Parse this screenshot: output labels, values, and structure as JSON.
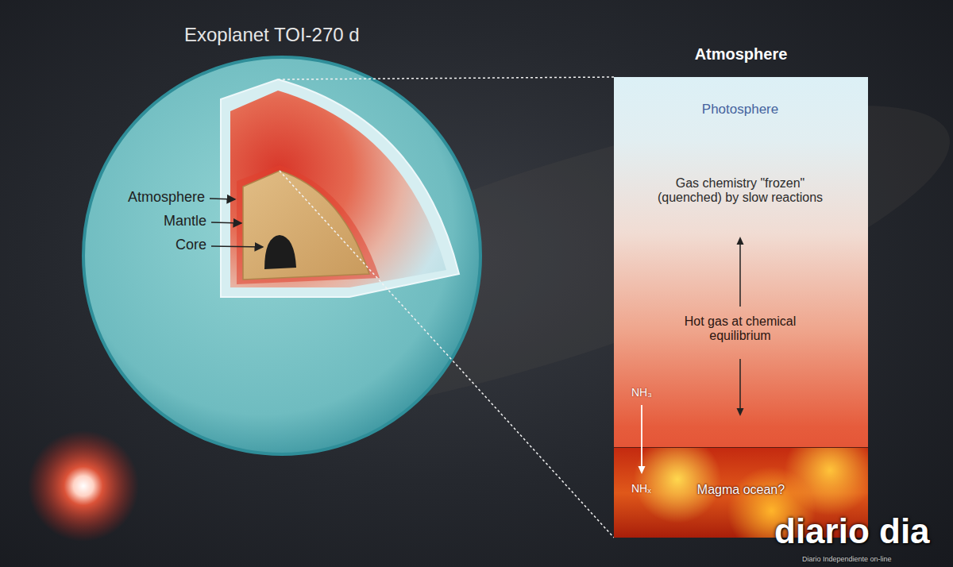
{
  "diagram": {
    "title": "Exoplanet TOI-270 d",
    "nodes": [
      {
        "text": [
          "Atmosphere"
        ]
      },
      {
        "text": [
          "Magma ocean?"
        ],
        "in": 0
      }
    ],
    "labels": [
      "Photosphere",
      "Gas chemistry \"frozen\" (quenched) by slow reactions",
      "Hot gas at chemical equilibrium",
      "NH₃",
      "NHₓ",
      "Atmosphere",
      "Mantle",
      "Core",
      "diario dia",
      "Diario Independiente on-line"
    ]
  }
}
